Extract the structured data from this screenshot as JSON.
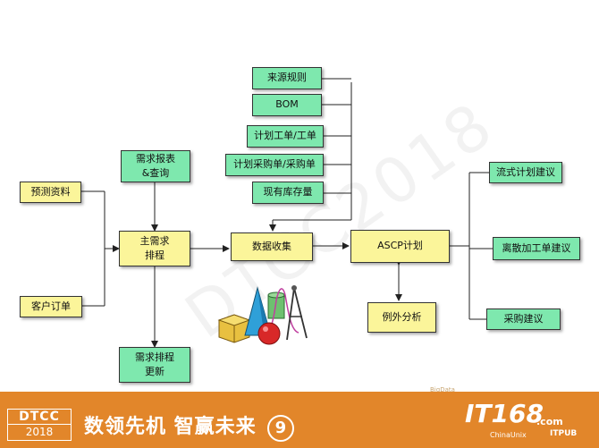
{
  "nodes": {
    "laiyuan": "来源规则",
    "bom": "BOM",
    "jihua_gongdan": "计划工单/工单",
    "jihua_caigou": "计划采购单/采购单",
    "xianyou": "现有库存量",
    "xuqiu_baobiao_1": "需求报表",
    "xuqiu_baobiao_2": "&查询",
    "yuce": "预测资料",
    "kehu": "客户订单",
    "zhu_1": "主需求",
    "zhu_2": "排程",
    "gengxin_1": "需求排程",
    "gengxin_2": "更新",
    "shuju": "数据收集",
    "ascp": "ASCP计划",
    "liewai": "例外分析",
    "liushi": "流式计划建议",
    "lisan": "离散加工单建议",
    "caigou_jianyi": "采购建议"
  },
  "watermark": "DTCC2018",
  "footer": {
    "dtcc_top": "DTCC",
    "dtcc_year": "2018",
    "slogan": "数领先机 智赢未来",
    "slogan_num": "9",
    "bigdata": "BigData",
    "it168": "IT168",
    "it168_com": ".com",
    "chinaunix": "ChinaUnix",
    "itpub": "ITPUB"
  },
  "colors": {
    "yellow": "#fbf59a",
    "green": "#7ee8ae",
    "footer": "#e2862a"
  }
}
